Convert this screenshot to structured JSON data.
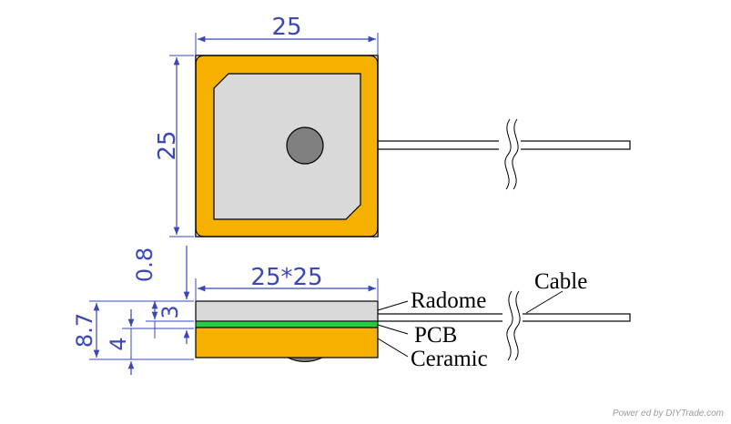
{
  "colors": {
    "dimension": "#3b47b8",
    "ceramic": "#f5b000",
    "radome": "#d9d9d9",
    "pcb": "#22cc44",
    "feed_pin": "#808080",
    "outline": "#000000"
  },
  "top_view": {
    "width_label": "25",
    "height_label": "25"
  },
  "side_view": {
    "size_label": "25*25",
    "dim_total": "8.7",
    "dim_ceramic": "4",
    "dim_radome": "3",
    "dim_pcb": "0.8"
  },
  "labels": {
    "radome": "Radome",
    "pcb": "PCB",
    "ceramic": "Ceramic",
    "cable": "Cable"
  },
  "watermark": "Power ed by DIYTrade.com"
}
